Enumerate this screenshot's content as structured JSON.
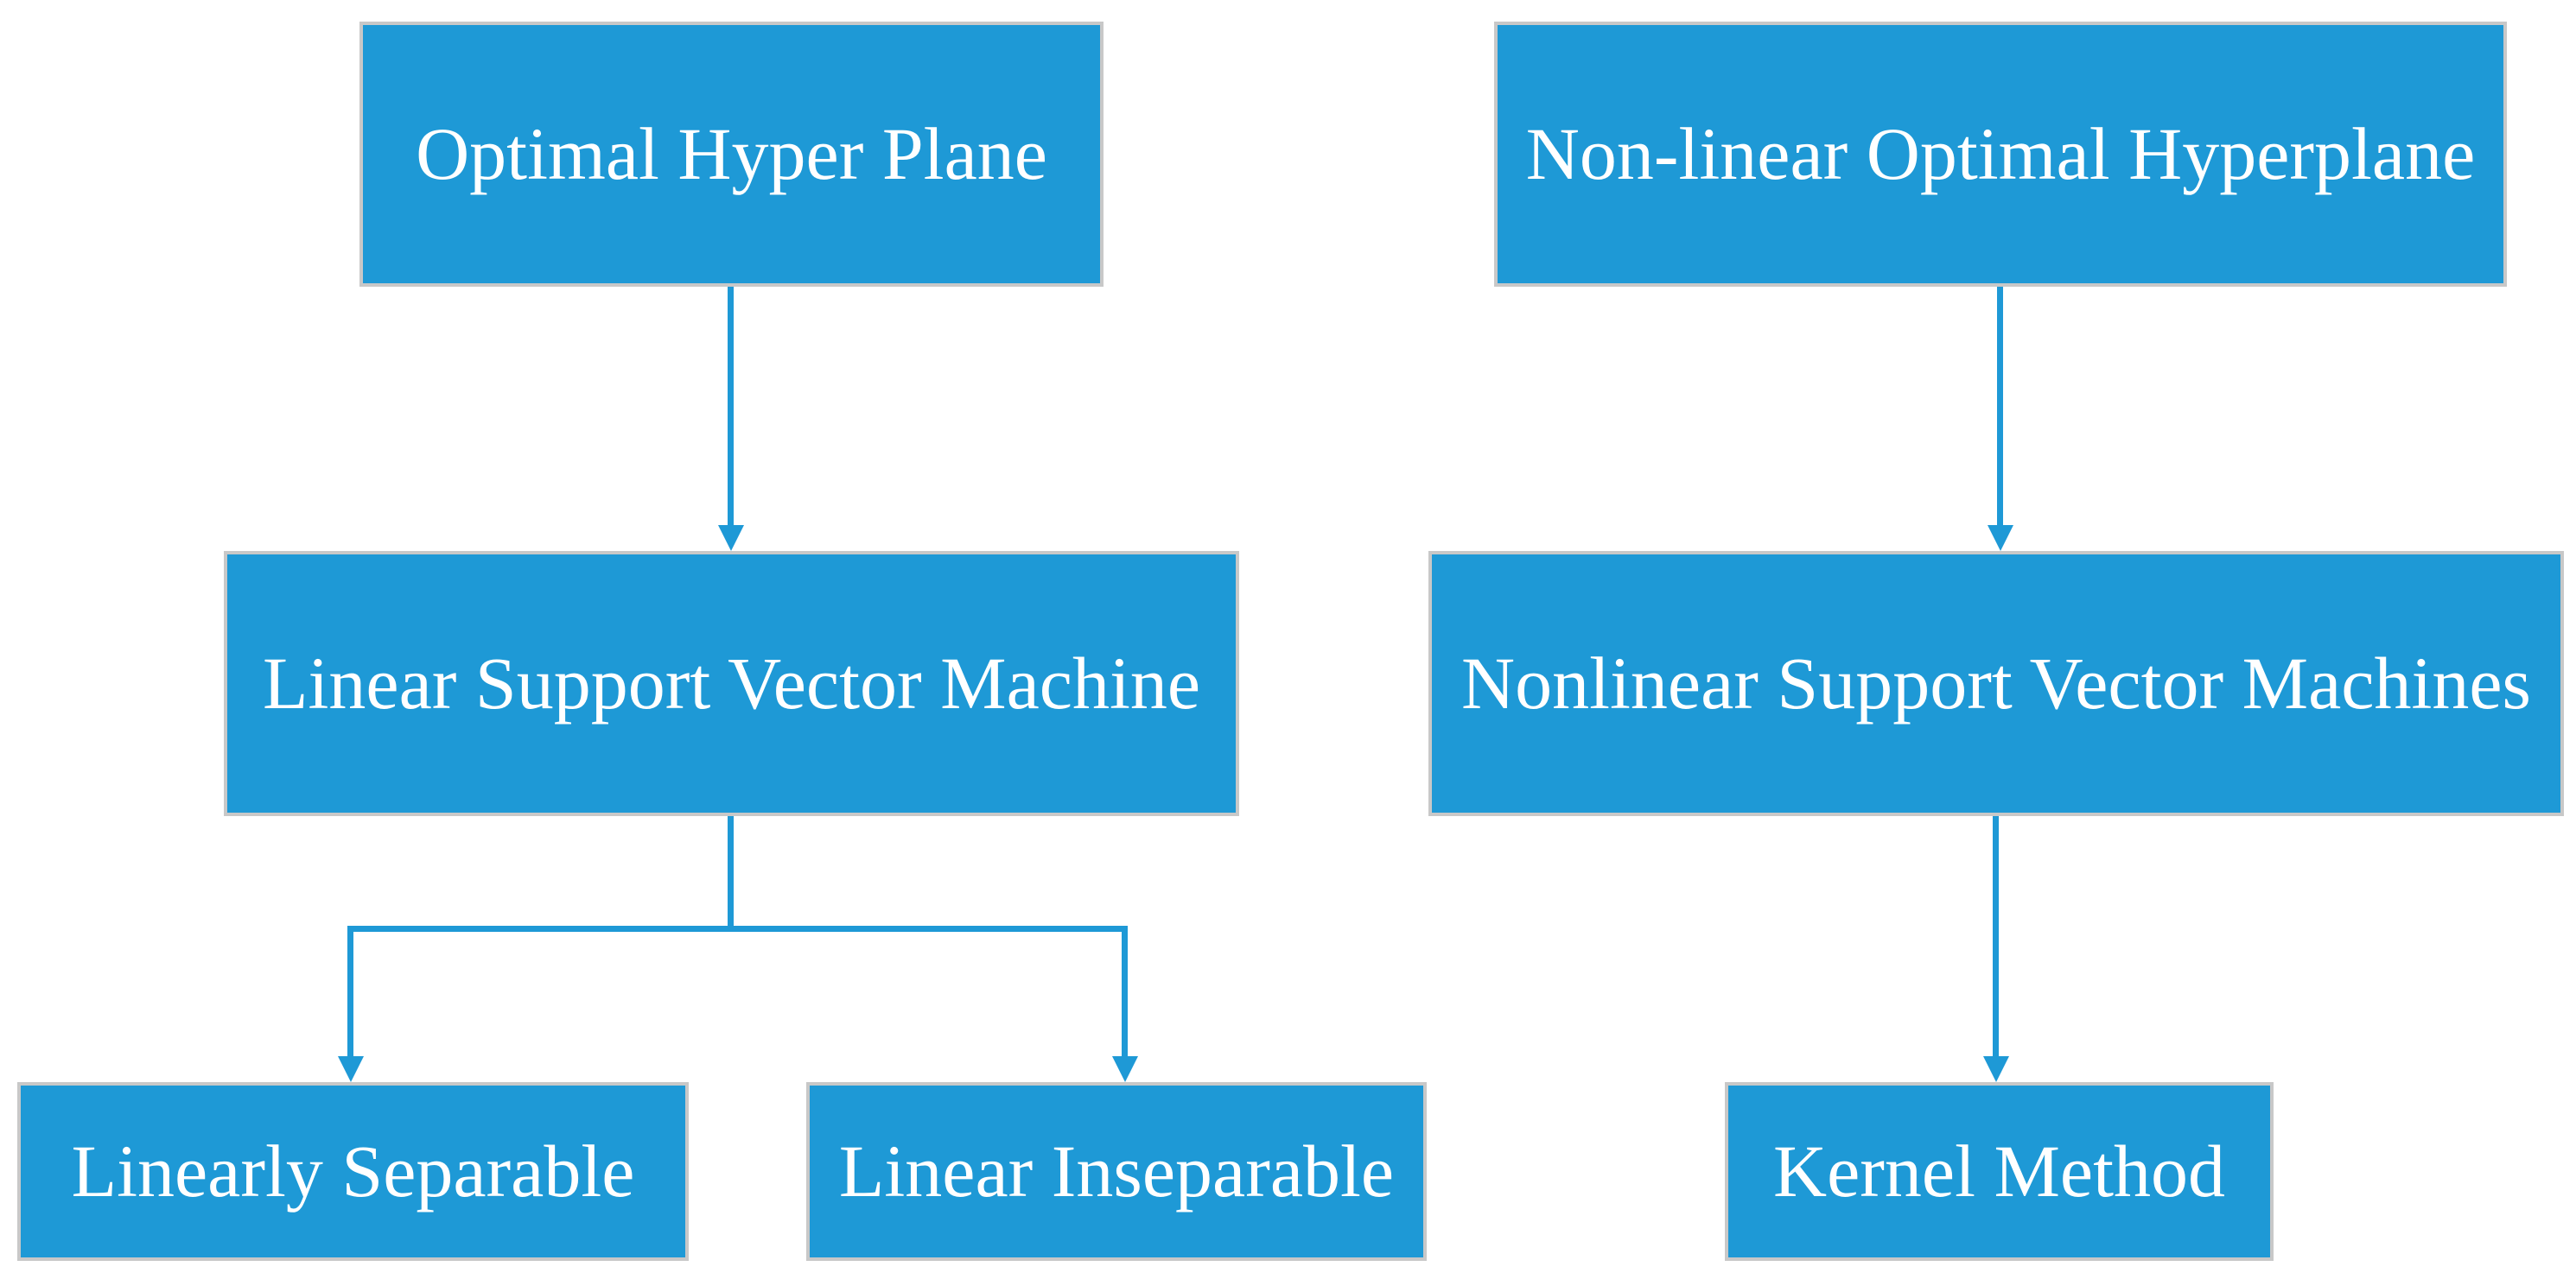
{
  "diagram": {
    "title": "Support Vector Machine types flowchart",
    "colors": {
      "accent": "#1E99D6",
      "border": "#C8C8C8",
      "text": "#FFFFFF",
      "background": "#FFFFFF"
    },
    "nodes": [
      {
        "id": "optimal-hyper-plane",
        "label": "Optimal Hyper Plane"
      },
      {
        "id": "non-linear-optimal-hyperplane",
        "label": "Non-linear Optimal Hyperplane"
      },
      {
        "id": "linear-support-vector-machine",
        "label": "Linear Support Vector Machine"
      },
      {
        "id": "nonlinear-support-vector-machines",
        "label": "Nonlinear Support Vector Machines"
      },
      {
        "id": "linearly-separable",
        "label": "Linearly Separable"
      },
      {
        "id": "linear-inseparable",
        "label": "Linear Inseparable"
      },
      {
        "id": "kernel-method",
        "label": "Kernel Method"
      }
    ],
    "edges": [
      {
        "from": "optimal-hyper-plane",
        "to": "linear-support-vector-machine"
      },
      {
        "from": "non-linear-optimal-hyperplane",
        "to": "nonlinear-support-vector-machines"
      },
      {
        "from": "linear-support-vector-machine",
        "to": "linearly-separable"
      },
      {
        "from": "linear-support-vector-machine",
        "to": "linear-inseparable"
      },
      {
        "from": "nonlinear-support-vector-machines",
        "to": "kernel-method"
      }
    ]
  }
}
